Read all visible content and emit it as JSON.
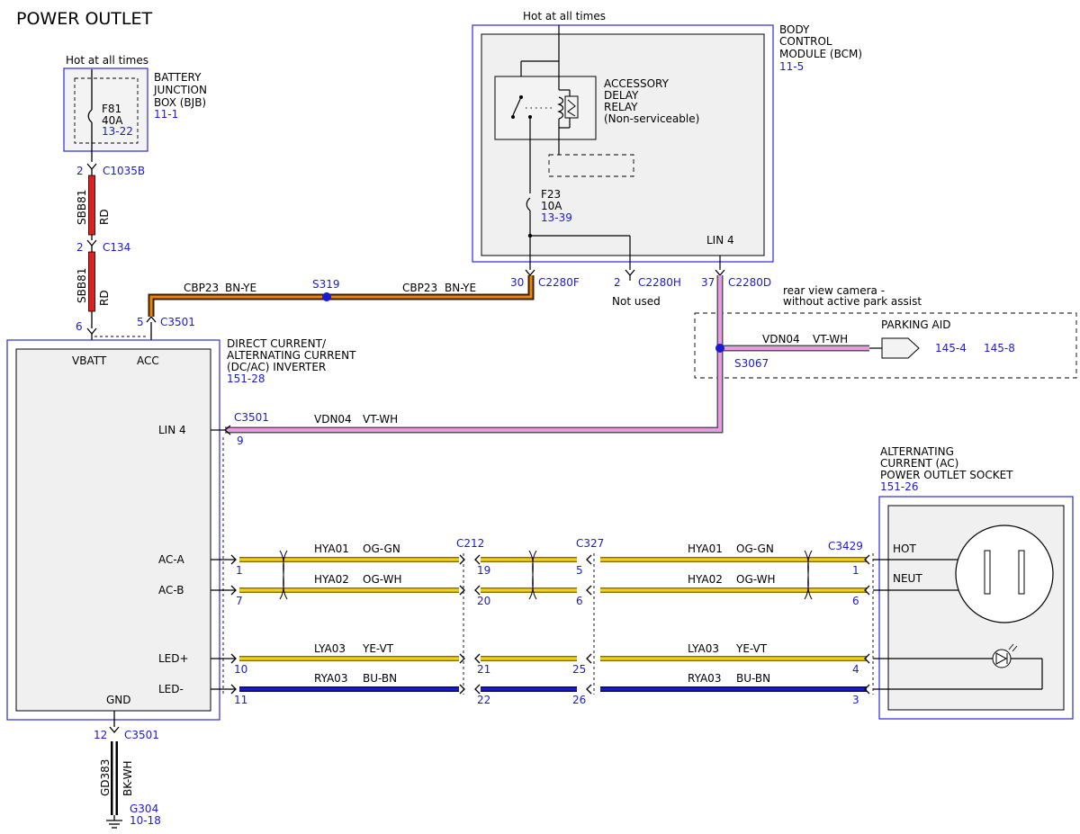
{
  "title": "POWER OUTLET",
  "bjb": {
    "hot": "Hot at all times",
    "name_lines": [
      "BATTERY",
      "JUNCTION",
      "BOX (BJB)"
    ],
    "ref": "11-1",
    "fuse": "F81",
    "fuse_rating": "40A",
    "fuse_ref": "13-22"
  },
  "bcm": {
    "hot": "Hot at all times",
    "name_lines": [
      "BODY",
      "CONTROL",
      "MODULE (BCM)"
    ],
    "ref": "11-5",
    "relay_lines": [
      "ACCESSORY",
      "DELAY",
      "RELAY",
      "(Non-serviceable)"
    ],
    "fuse": "F23",
    "fuse_rating": "10A",
    "fuse_ref": "13-39",
    "lin": "LIN 4"
  },
  "connectors": {
    "c1035b": {
      "pin": "2",
      "name": "C1035B"
    },
    "c134": {
      "pin": "2",
      "name": "C134"
    },
    "c3501_bat": {
      "pin": "6"
    },
    "c3501_acc": {
      "pin": "5",
      "name": "C3501"
    },
    "c2280f": {
      "pin": "30",
      "name": "C2280F"
    },
    "c2280h": {
      "pin": "2",
      "name": "C2280H",
      "note": "Not used"
    },
    "c2280d": {
      "pin": "37",
      "name": "C2280D"
    },
    "c3501_lin": {
      "pin": "9",
      "name": "C3501"
    },
    "c3501_gnd": {
      "pin": "12",
      "name": "C3501"
    },
    "c212": {
      "name": "C212",
      "pins": [
        "19",
        "20",
        "21",
        "22"
      ]
    },
    "c327": {
      "name": "C327",
      "pins": [
        "5",
        "6",
        "25",
        "26"
      ]
    },
    "c3429": {
      "name": "C3429",
      "pins": [
        "1",
        "6",
        "4",
        "3"
      ]
    },
    "inverter_pins": [
      "1",
      "7",
      "10",
      "11"
    ]
  },
  "wires": {
    "sbb81": "SBB81",
    "rd": "RD",
    "cbp23": "CBP23",
    "bn_ye": "BN-YE",
    "s319": "S319",
    "vdn04": "VDN04",
    "vt_wh": "VT-WH",
    "s3067": "S3067",
    "hya01": "HYA01",
    "og_gn": "OG-GN",
    "hya02": "HYA02",
    "og_wh": "OG-WH",
    "lya03": "LYA03",
    "ye_vt": "YE-VT",
    "rya03": "RYA03",
    "bu_bn": "BU-BN",
    "gd383": "GD383",
    "bk_wh": "BK-WH"
  },
  "inverter": {
    "name_lines": [
      "DIRECT CURRENT/",
      "ALTERNATING CURRENT",
      "(DC/AC) INVERTER"
    ],
    "ref": "151-28",
    "pins": {
      "vbatt": "VBATT",
      "acc": "ACC",
      "lin": "LIN 4",
      "aca": "AC-A",
      "acb": "AC-B",
      "ledp": "LED+",
      "ledn": "LED-",
      "gnd": "GND"
    }
  },
  "parking": {
    "note_lines": [
      "rear view camera -",
      "without active park assist"
    ],
    "name": "PARKING AID",
    "ref1": "145-4",
    "ref2": "145-8"
  },
  "socket": {
    "name_lines": [
      "ALTERNATING",
      "CURRENT (AC)",
      "POWER OUTLET SOCKET"
    ],
    "ref": "151-26",
    "hot": "HOT",
    "neut": "NEUT"
  },
  "ground": {
    "name": "G304",
    "ref": "10-18"
  },
  "colors": {
    "red": "#e0201e",
    "brown": "#8b4a0f",
    "orange": "#e8860e",
    "violet": "#e89ae6",
    "yellow": "#f0d21c",
    "blue": "#1a1ad6",
    "connector_blue": "#1a1ad6",
    "gray_fill": "#f0f0f0"
  }
}
